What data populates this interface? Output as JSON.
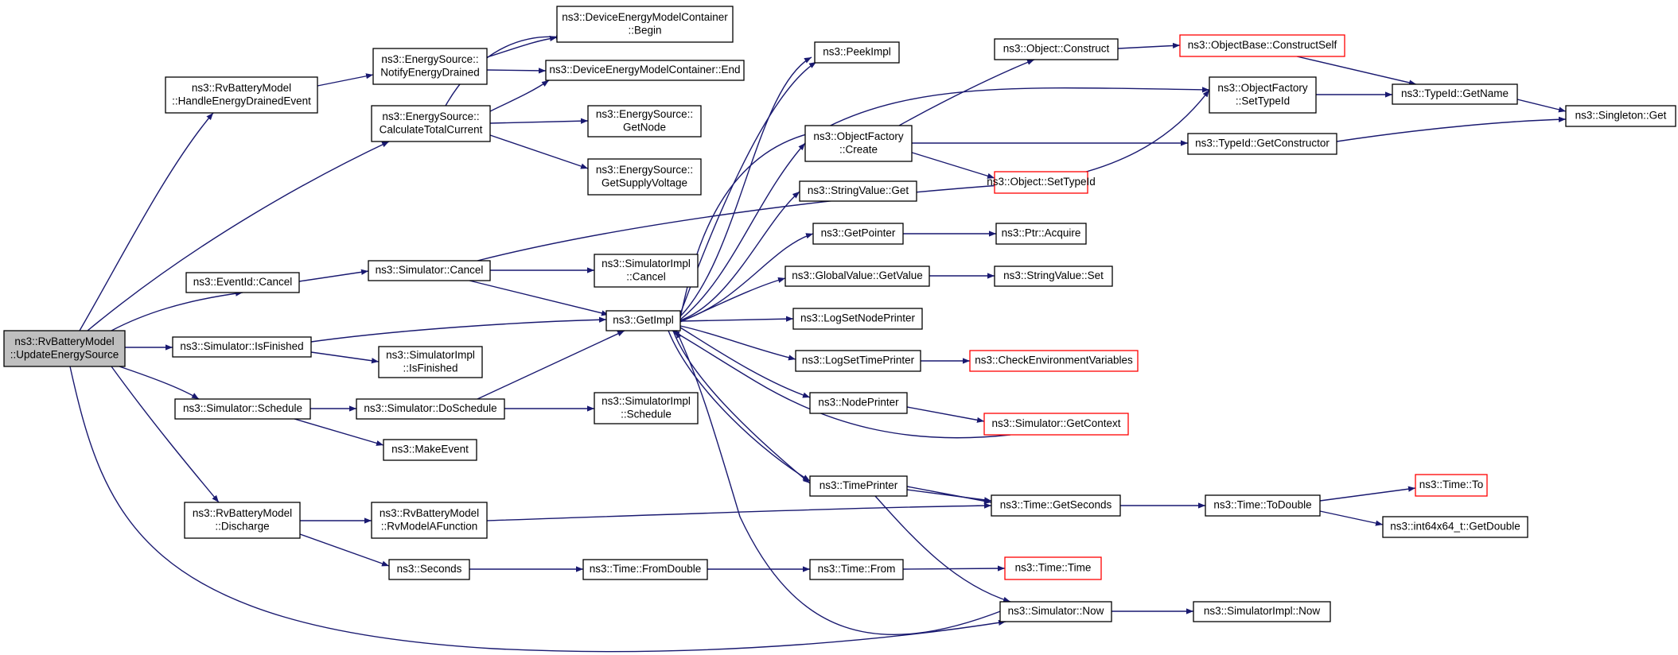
{
  "colors": {
    "edge": "#191970",
    "box_border": "#000000",
    "highlight_border": "#ff0000",
    "root_fill": "#bfbfbf",
    "node_fill": "#ffffff"
  },
  "nodes": [
    {
      "id": "update",
      "lines": [
        "ns3::RvBatteryModel",
        "::UpdateEnergySource"
      ],
      "root": true
    },
    {
      "id": "handle",
      "lines": [
        "ns3::RvBatteryModel",
        "::HandleEnergyDrainedEvent"
      ]
    },
    {
      "id": "notify",
      "lines": [
        "ns3::EnergySource::",
        "NotifyEnergyDrained"
      ]
    },
    {
      "id": "calc",
      "lines": [
        "ns3::EnergySource::",
        "CalculateTotalCurrent"
      ]
    },
    {
      "id": "begin",
      "lines": [
        "ns3::DeviceEnergyModelContainer",
        "::Begin"
      ]
    },
    {
      "id": "end",
      "lines": [
        "ns3::DeviceEnergyModelContainer::End"
      ]
    },
    {
      "id": "getnode",
      "lines": [
        "ns3::EnergySource::",
        "GetNode"
      ]
    },
    {
      "id": "getvolt",
      "lines": [
        "ns3::EnergySource::",
        "GetSupplyVoltage"
      ]
    },
    {
      "id": "evcancel",
      "lines": [
        "ns3::EventId::Cancel"
      ]
    },
    {
      "id": "simcancel",
      "lines": [
        "ns3::Simulator::Cancel"
      ]
    },
    {
      "id": "implcancel",
      "lines": [
        "ns3::SimulatorImpl",
        "::Cancel"
      ]
    },
    {
      "id": "isfinished",
      "lines": [
        "ns3::Simulator::IsFinished"
      ]
    },
    {
      "id": "implisfin",
      "lines": [
        "ns3::SimulatorImpl",
        "::IsFinished"
      ]
    },
    {
      "id": "schedule",
      "lines": [
        "ns3::Simulator::Schedule"
      ]
    },
    {
      "id": "doschedule",
      "lines": [
        "ns3::Simulator::DoSchedule"
      ]
    },
    {
      "id": "implschedule",
      "lines": [
        "ns3::SimulatorImpl",
        "::Schedule"
      ]
    },
    {
      "id": "makeevent",
      "lines": [
        "ns3::MakeEvent"
      ]
    },
    {
      "id": "discharge",
      "lines": [
        "ns3::RvBatteryModel",
        "::Discharge"
      ]
    },
    {
      "id": "rvmodel",
      "lines": [
        "ns3::RvBatteryModel",
        "::RvModelAFunction"
      ]
    },
    {
      "id": "seconds",
      "lines": [
        "ns3::Seconds"
      ]
    },
    {
      "id": "fromdouble",
      "lines": [
        "ns3::Time::FromDouble"
      ]
    },
    {
      "id": "timefrom",
      "lines": [
        "ns3::Time::From"
      ]
    },
    {
      "id": "timetime",
      "lines": [
        "ns3::Time::Time"
      ],
      "highlight": true
    },
    {
      "id": "getimpl",
      "lines": [
        "ns3::GetImpl"
      ]
    },
    {
      "id": "peekimpl",
      "lines": [
        "ns3::PeekImpl"
      ]
    },
    {
      "id": "ofcreate",
      "lines": [
        "ns3::ObjectFactory",
        "::Create"
      ]
    },
    {
      "id": "svget",
      "lines": [
        "ns3::StringValue::Get"
      ]
    },
    {
      "id": "getpointer",
      "lines": [
        "ns3::GetPointer"
      ]
    },
    {
      "id": "gvgetvalue",
      "lines": [
        "ns3::GlobalValue::GetValue"
      ]
    },
    {
      "id": "logsetnode",
      "lines": [
        "ns3::LogSetNodePrinter"
      ]
    },
    {
      "id": "logsettime",
      "lines": [
        "ns3::LogSetTimePrinter"
      ]
    },
    {
      "id": "nodeprinter",
      "lines": [
        "ns3::NodePrinter"
      ]
    },
    {
      "id": "timeprinter",
      "lines": [
        "ns3::TimePrinter"
      ]
    },
    {
      "id": "objconstruct",
      "lines": [
        "ns3::Object::Construct"
      ]
    },
    {
      "id": "obconstructself",
      "lines": [
        "ns3::ObjectBase::ConstructSelf"
      ],
      "highlight": true
    },
    {
      "id": "ofsettypeid",
      "lines": [
        "ns3::ObjectFactory",
        "::SetTypeId"
      ]
    },
    {
      "id": "typeidgetname",
      "lines": [
        "ns3::TypeId::GetName"
      ]
    },
    {
      "id": "singletonget",
      "lines": [
        "ns3::Singleton::Get"
      ]
    },
    {
      "id": "typeidgetctor",
      "lines": [
        "ns3::TypeId::GetConstructor"
      ]
    },
    {
      "id": "objsettypeid",
      "lines": [
        "ns3::Object::SetTypeId"
      ],
      "highlight": true
    },
    {
      "id": "ptracquire",
      "lines": [
        "ns3::Ptr::Acquire"
      ]
    },
    {
      "id": "svset",
      "lines": [
        "ns3::StringValue::Set"
      ]
    },
    {
      "id": "checkenv",
      "lines": [
        "ns3::CheckEnvironmentVariables"
      ],
      "highlight": true
    },
    {
      "id": "simgetctx",
      "lines": [
        "ns3::Simulator::GetContext"
      ],
      "highlight": true
    },
    {
      "id": "timegetsec",
      "lines": [
        "ns3::Time::GetSeconds"
      ]
    },
    {
      "id": "timetodouble",
      "lines": [
        "ns3::Time::ToDouble"
      ]
    },
    {
      "id": "timeto",
      "lines": [
        "ns3::Time::To"
      ],
      "highlight": true
    },
    {
      "id": "int64getdouble",
      "lines": [
        "ns3::int64x64_t::GetDouble"
      ]
    },
    {
      "id": "simnow",
      "lines": [
        "ns3::Simulator::Now"
      ]
    },
    {
      "id": "implnow",
      "lines": [
        "ns3::SimulatorImpl::Now"
      ]
    }
  ]
}
